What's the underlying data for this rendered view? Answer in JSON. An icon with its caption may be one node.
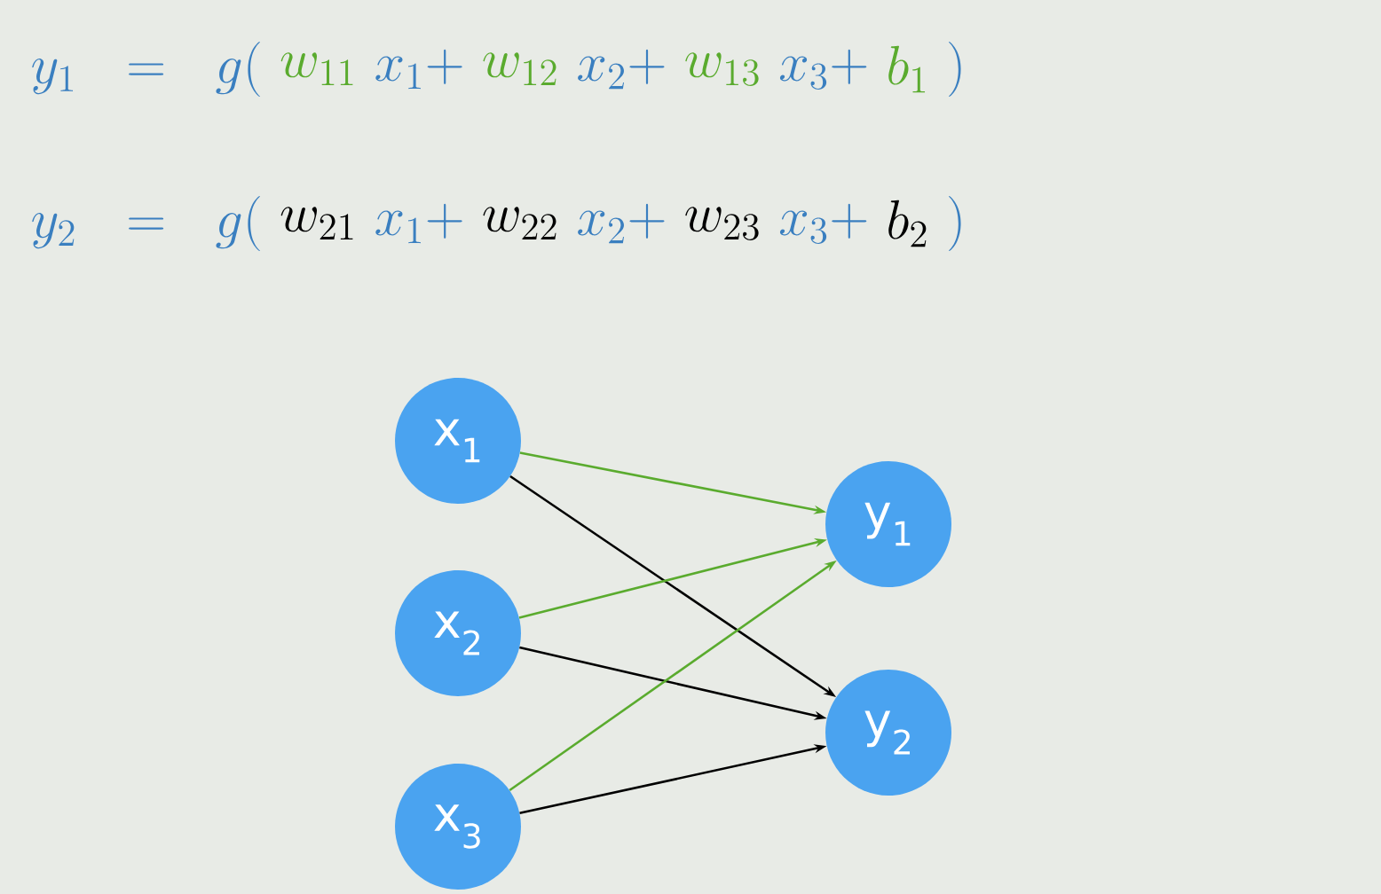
{
  "diagram": {
    "nodes": [
      {
        "text": [
          "x$_{1}$"
        ]
      },
      {
        "text": [
          "x$_{2}$"
        ]
      },
      {
        "text": [
          "x$_{3}$"
        ]
      },
      {
        "text": [
          "y$_{1}$"
        ]
      },
      {
        "text": [
          "y$_{2}$"
        ]
      }
    ],
    "edges": [
      {
        "from": 0,
        "to": 3,
        "arrow": "to",
        "color": "#5aab2e"
      },
      {
        "from": 0,
        "to": 4,
        "arrow": "to",
        "color": "#000000"
      },
      {
        "from": 1,
        "to": 3,
        "arrow": "to",
        "color": "#5aab2e"
      },
      {
        "from": 1,
        "to": 4,
        "arrow": "to",
        "color": "#000000"
      },
      {
        "from": 2,
        "to": 3,
        "arrow": "to",
        "color": "#5aab2e"
      },
      {
        "from": 2,
        "to": 4,
        "arrow": "to",
        "color": "#000000"
      }
    ],
    "labels": [
      "y_1 = g(",
      "w_{11}",
      "x_1 +",
      "w_{12}",
      "x_2 +",
      "w_{13}",
      "x_3 +",
      "b_1",
      ")",
      "y_2 = g(",
      "w_{21}",
      "x_1 +",
      "w_{22}",
      "x_2 +",
      "w_{23}",
      "x_3 +",
      "b_2",
      ")"
    ]
  }
}
